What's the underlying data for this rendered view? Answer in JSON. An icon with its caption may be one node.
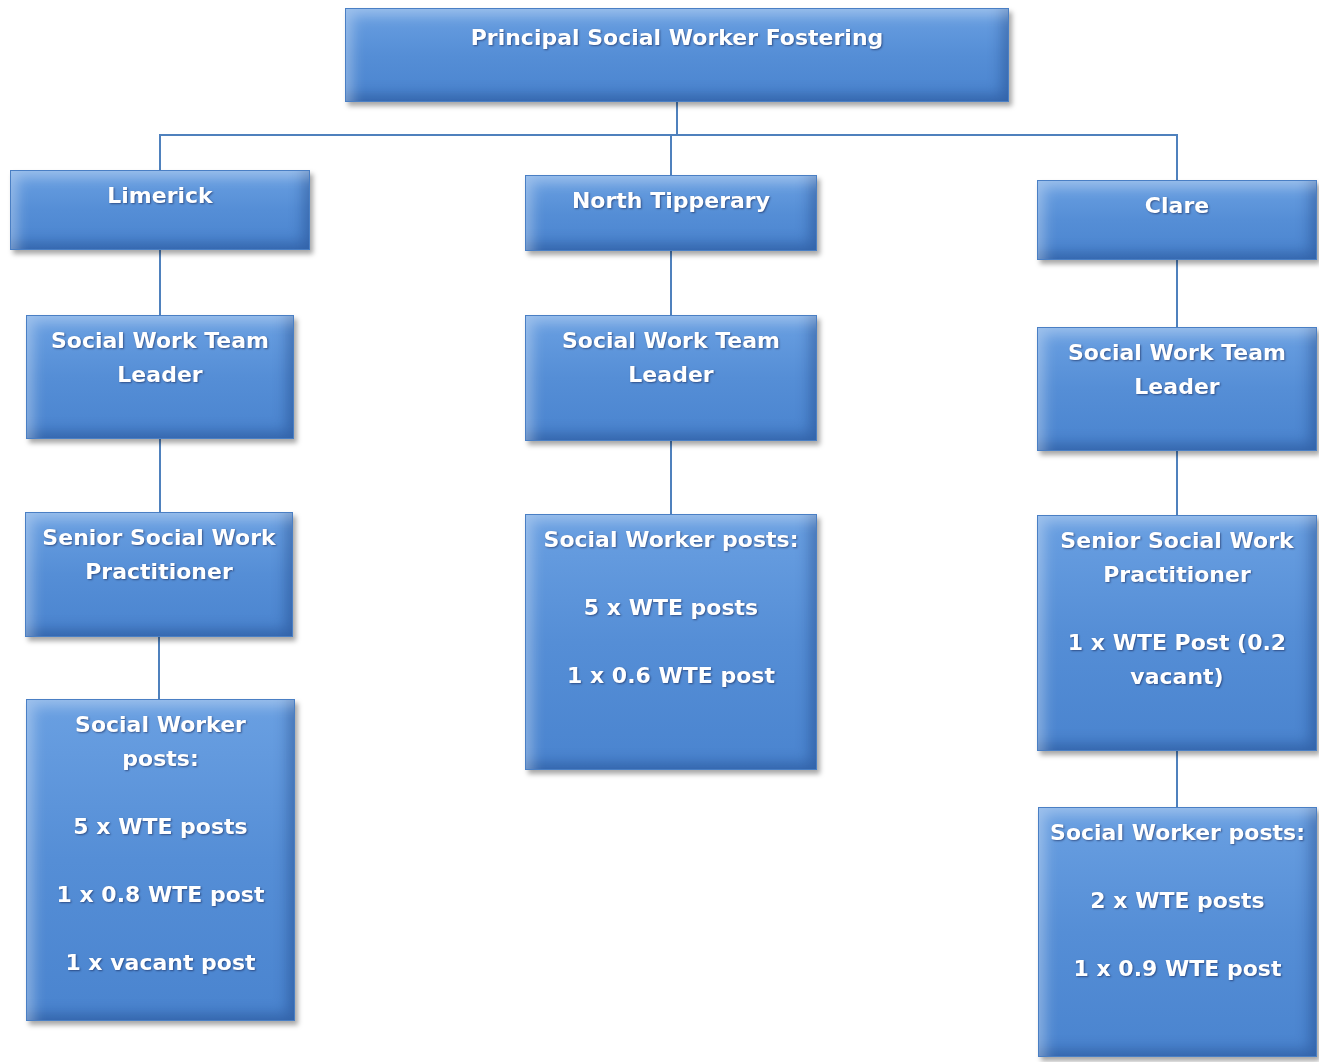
{
  "diagram": {
    "nodes": [
      {
        "text": [
          "Principal Social Worker Fostering"
        ]
      },
      {
        "text": [
          "Limerick"
        ]
      },
      {
        "text": [
          "North Tipperary"
        ]
      },
      {
        "text": [
          "Clare"
        ]
      },
      {
        "text": [
          "Social Work Team Leader"
        ]
      },
      {
        "text": [
          "Senior Social Work Practitioner"
        ]
      },
      {
        "text": [
          "Social Worker posts:",
          "5 x WTE posts",
          "1 x 0.8 WTE post",
          "1 x vacant post"
        ]
      },
      {
        "text": [
          "Social Work Team Leader"
        ]
      },
      {
        "text": [
          "Social Worker posts:",
          "5 x WTE posts",
          "1 x 0.6 WTE post"
        ]
      },
      {
        "text": [
          "Social Work Team Leader"
        ]
      },
      {
        "text": [
          "Senior Social Work Practitioner",
          "1 x WTE Post (0.2 vacant)"
        ]
      },
      {
        "text": [
          "Social Worker posts:",
          "2 x WTE posts",
          "1 x 0.9 WTE post"
        ]
      }
    ],
    "edges": [
      {
        "from": 0,
        "to": 1,
        "arrow": "none"
      },
      {
        "from": 0,
        "to": 2,
        "arrow": "none"
      },
      {
        "from": 0,
        "to": 3,
        "arrow": "none"
      },
      {
        "from": 1,
        "to": 4,
        "arrow": "none"
      },
      {
        "from": 4,
        "to": 5,
        "arrow": "none"
      },
      {
        "from": 5,
        "to": 6,
        "arrow": "none"
      },
      {
        "from": 2,
        "to": 7,
        "arrow": "none"
      },
      {
        "from": 7,
        "to": 8,
        "arrow": "none"
      },
      {
        "from": 3,
        "to": 9,
        "arrow": "none"
      },
      {
        "from": 9,
        "to": 10,
        "arrow": "none"
      },
      {
        "from": 10,
        "to": 11,
        "arrow": "none"
      }
    ]
  }
}
